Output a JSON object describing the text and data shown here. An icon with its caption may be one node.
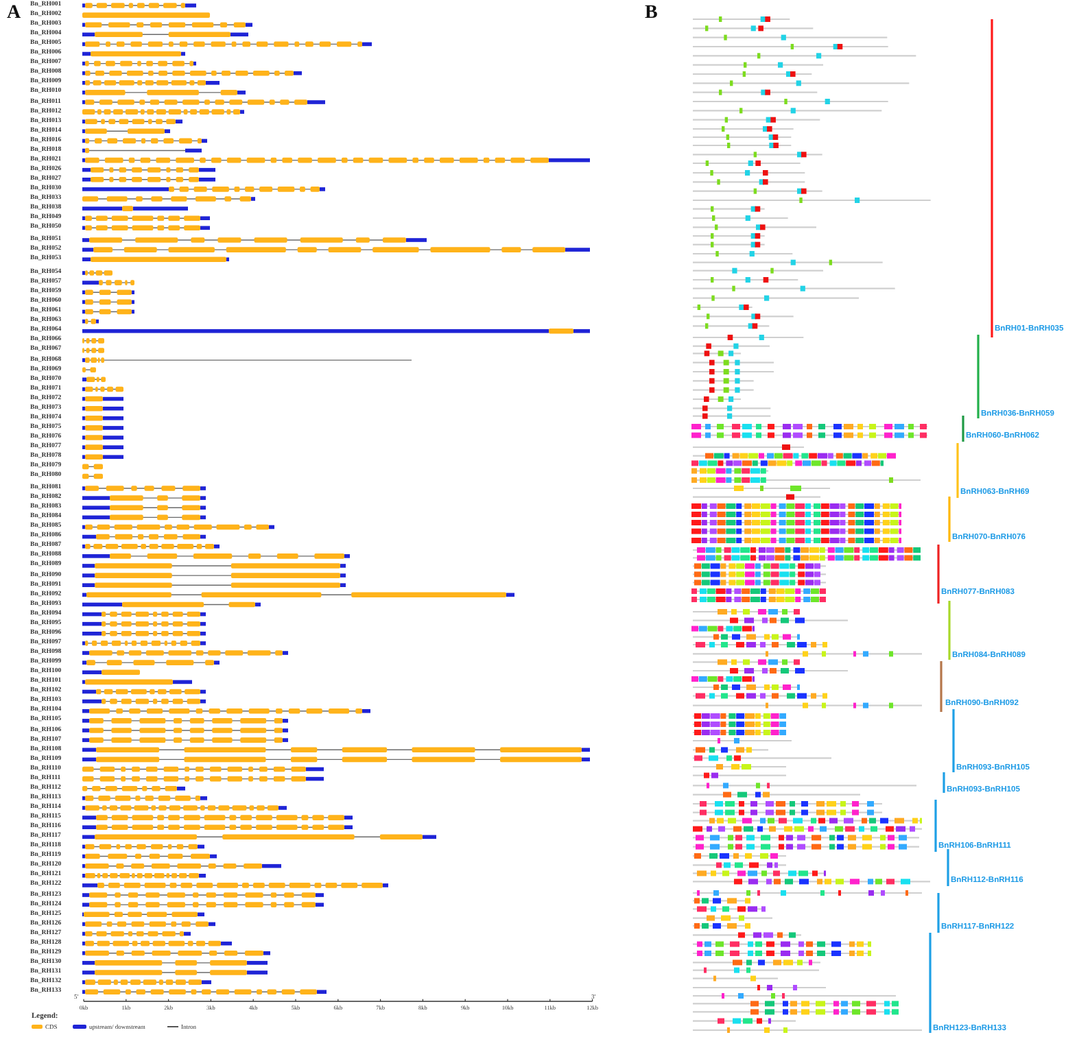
{
  "diagram": {
    "labels": [
      "A",
      "Bn_RH001",
      "Bn_RH002",
      "Bn_RH003",
      "Bn_RH004",
      "Bn_RH005",
      "Bn_RH006",
      "Bn_RH007",
      "Bn_RH008",
      "Bn_RH009",
      "Bn_RH010",
      "Bn_RH011",
      "Bn_RH012",
      "Bn_RH013",
      "Bn_RH014",
      "Bn_RH016",
      "Bn_RH018",
      "Bn_RH021",
      "Bn_RH026",
      "Bn_RH027",
      "Bn_RH030",
      "Bn_RH033",
      "Bn_RH038",
      "Bn_RH049",
      "Bn_RH050",
      "Bn_RH051",
      "Bn_RH052",
      "Bn_RH053",
      "Bn_RH054",
      "Bn_RH057",
      "Bn_RH059",
      "Bn_RH060",
      "Bn_RH061",
      "Bn_RH063",
      "Bn_RH064",
      "Bn_RH066",
      "Bn_RH067",
      "Bn_RH068",
      "Bn_RH069",
      "Bn_RH070",
      "Bn_RH071",
      "Bn_RH072",
      "Bn_RH073",
      "Bn_RH074",
      "Bn_RH075",
      "Bn_RH076",
      "Bn_RH077",
      "Bn_RH078",
      "Bn_RH079",
      "Bn_RH080",
      "Bn_RH081",
      "Bn_RH082",
      "Bn_RH083",
      "Bn_RH084",
      "Bn_RH085",
      "Bn_RH086",
      "Bn_RH087",
      "Bn_RH088",
      "Bn_RH089",
      "Bn_RH090",
      "Bn_RH091",
      "Bn_RH092",
      "Bn_RH093",
      "Bn_RH094",
      "Bn_RH095",
      "Bn_RH096",
      "Bn_RH097",
      "Bn_RH098",
      "Bn_RH099",
      "Bn_RH100",
      "Bn_RH101",
      "Bn_RH102",
      "Bn_RH103",
      "Bn_RH104",
      "Bn_RH105",
      "Bn_RH106",
      "Bn_RH107",
      "Bn_RH108",
      "Bn_RH109",
      "Bn_RH110",
      "Bn_RH111",
      "Bn_RH112",
      "Bn_RH113",
      "Bn_RH114",
      "Bn_RH115",
      "Bn_RH116",
      "Bn_RH117",
      "Bn_RH118",
      "Bn_RH119",
      "Bn_RH120",
      "Bn_RH121",
      "Bn_RH122",
      "Bn_RH123",
      "Bn_RH124",
      "Bn_RH125",
      "Bn_RH126",
      "Bn_RH127",
      "Bn_RH128",
      "Bn_RH129",
      "Bn_RH130",
      "Bn_RH131",
      "Bn_RH132",
      "Bn_RH133",
      "5'",
      "3'",
      "0kb",
      "1kb",
      "2kb",
      "3kb",
      "4kb",
      "5kb",
      "6kb",
      "7kb",
      "8kb",
      "9kb",
      "10kb",
      "11kb",
      "12kb",
      "Legend:",
      "B",
      "BnRH01-BnRH035",
      "BnRH036-BnRH059",
      "BnRH060-BnRH062",
      "BnRH063-BnRH69",
      "BnRH070-BnRH076",
      "BnRH077-BnRH083",
      "BnRH084-BnRH089",
      "BnRH090-BnRH092",
      "BnRH093-BnRH105",
      "BnRH093-BnRH105",
      "BnRH106-BnRH111",
      "BnRH112-BnRH116",
      "BnRH117-BnRH122",
      "BnRH123-BnRH133"
    ],
    "legend": [
      {
        "text": "CDS",
        "color": "#ffb31a"
      },
      {
        "text": "upstream/ downstream",
        "color": "#1f24d6"
      },
      {
        "text": "Intron"
      }
    ]
  }
}
